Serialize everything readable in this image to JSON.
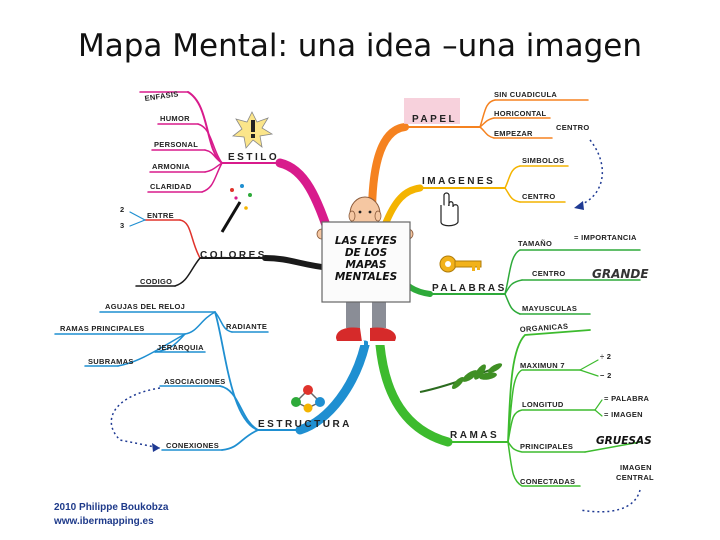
{
  "slide": {
    "title": "Mapa Mental: una idea –una imagen"
  },
  "center": {
    "sign": [
      "LAS LEYES",
      "DE LOS",
      "MAPAS",
      "MENTALES"
    ]
  },
  "branches": {
    "estilo": {
      "label": "ESTILO",
      "color": "#d81b8c",
      "items": [
        "ENFASIS",
        "HUMOR",
        "PERSONAL",
        "ARMONIA",
        "CLARIDAD"
      ]
    },
    "colores": {
      "label": "COLORES",
      "color": "#1a1a1a",
      "items": [
        "ENTRE",
        "2",
        "3",
        "CODIGO"
      ]
    },
    "estructura": {
      "label": "ESTRUCTURA",
      "color": "#1f8fd1",
      "items": [
        "AGUJAS DEL RELOJ",
        "RAMAS PRINCIPALES",
        "RADIANTE",
        "JERARQUIA",
        "SUBRAMAS",
        "ASOCIACIONES",
        "CONEXIONES"
      ]
    },
    "papel": {
      "label": "PAPEL",
      "color": "#f58220",
      "items": [
        "SIN CUADICULA",
        "HORICONTAL",
        "EMPEZAR",
        "CENTRO"
      ]
    },
    "imagenes": {
      "label": "IMAGENES",
      "color": "#f4b400",
      "items": [
        "SIMBOLOS",
        "CENTRO"
      ]
    },
    "palabras": {
      "label": "PALABRAS",
      "color": "#2eaa3a",
      "items": [
        "TAMAÑO",
        "= IMPORTANCIA",
        "CENTRO",
        "GRANDE",
        "MAYUSCULAS"
      ]
    },
    "ramas": {
      "label": "RAMAS",
      "color": "#3dbb2e",
      "items": [
        "ORGANICAS",
        "MAXIMUN 7",
        "÷ 2",
        "− 2",
        "LONGITUD",
        "= PALABRA",
        "= IMAGEN",
        "PRINCIPALES",
        "GRUESAS",
        "CONECTADAS",
        "IMAGEN",
        "CENTRAL"
      ]
    }
  },
  "credit": {
    "line1": "2010 Philippe Boukobza",
    "line2": "www.ibermapping.es"
  }
}
